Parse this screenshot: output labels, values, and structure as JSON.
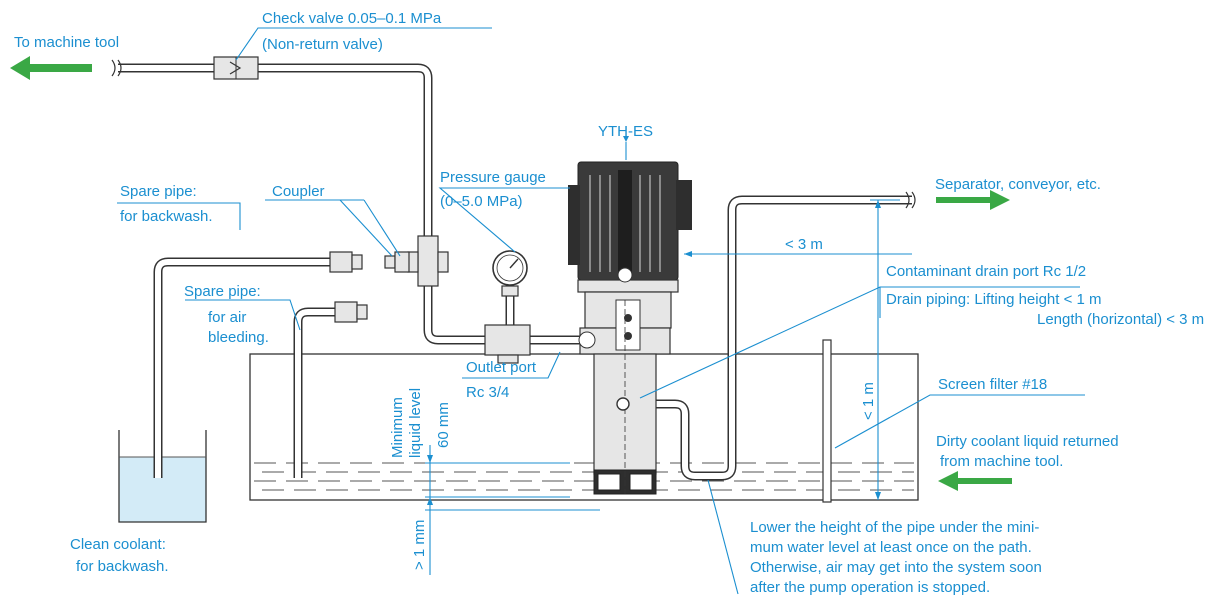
{
  "labels": {
    "to_machine_tool": "To machine tool",
    "check_valve_1": "Check valve 0.05–0.1 MPa",
    "check_valve_2": "(Non-return valve)",
    "yth_es": "YTH-ES",
    "pressure_gauge_1": "Pressure gauge",
    "pressure_gauge_2": "(0–5.0 MPa)",
    "spare_pipe_backwash_1": "Spare pipe:",
    "spare_pipe_backwash_2": "for backwash.",
    "coupler": "Coupler",
    "spare_pipe_air_1": "Spare pipe:",
    "spare_pipe_air_2": "for air",
    "spare_pipe_air_3": "bleeding.",
    "separator": "Separator, conveyor, etc.",
    "lt_3m": "< 3 m",
    "contaminant_drain": "Contaminant drain port  Rc 1/2",
    "drain_piping_1": "Drain piping: Lifting height < 1 m",
    "drain_piping_2": "Length (horizontal) < 3 m",
    "outlet_port_1": "Outlet port",
    "outlet_port_2": "Rc 3/4",
    "minimum_1": "Minimum",
    "minimum_2": "liquid level",
    "mm60": "60 mm",
    "lt_1m": "< 1 m",
    "screen_filter": "Screen filter #18",
    "dirty_coolant_1": "Dirty coolant liquid returned",
    "dirty_coolant_2": "from machine tool.",
    "clean_coolant_1": "Clean coolant:",
    "clean_coolant_2": "for backwash.",
    "gt_1mm": "> 1 mm",
    "note_1": "Lower the height of the pipe under the mini-",
    "note_2": "mum water level at least once on the path.",
    "note_3": "Otherwise, air may get into the system soon",
    "note_4": "after the pump operation is stopped."
  },
  "colors": {
    "label": "#1b8fd0",
    "arrow": "#3aa845",
    "liquid": "#d3ebf7"
  }
}
